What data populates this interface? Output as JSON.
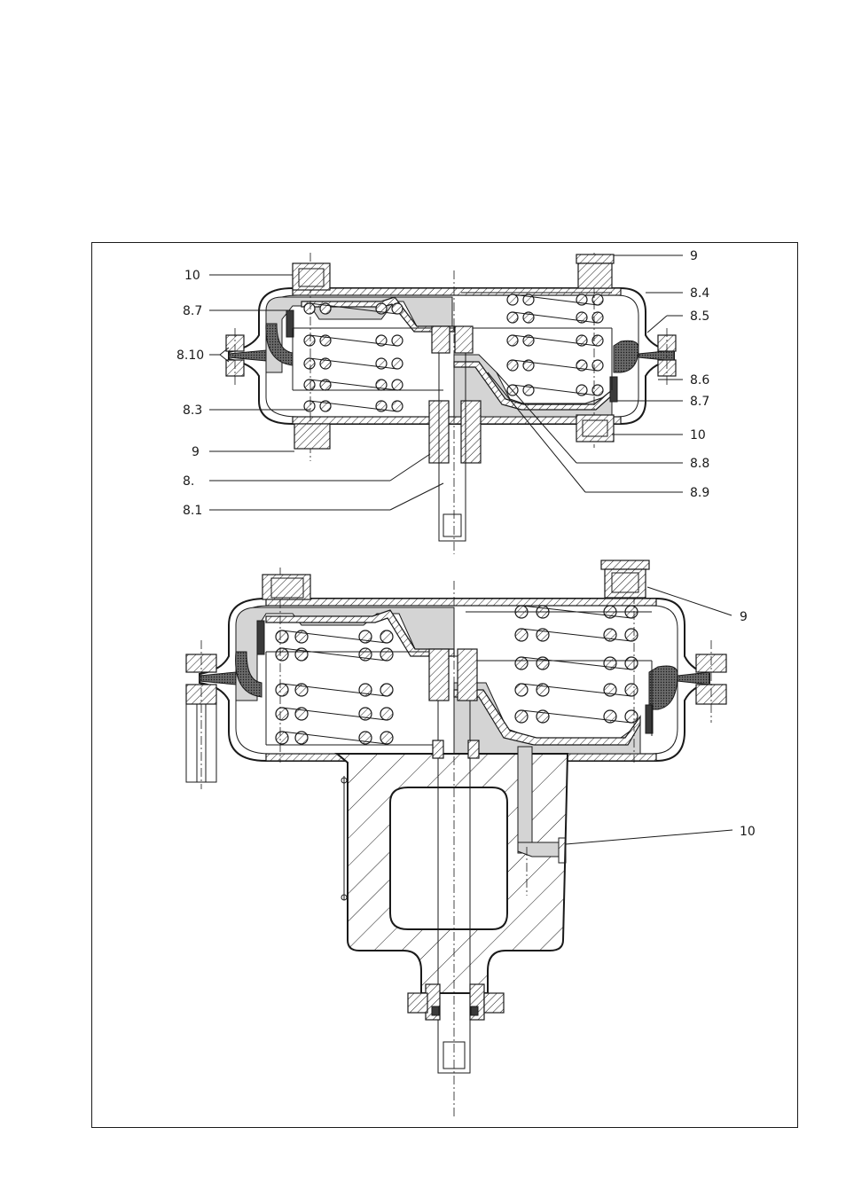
{
  "labels": {
    "top_left": [
      "10",
      "8.7",
      "8.10",
      "8.3",
      "9",
      "8.",
      "8.1"
    ],
    "top_right": [
      "9",
      "8.4",
      "8.5",
      "8.6",
      "8.7",
      "10",
      "8.8",
      "8.9"
    ],
    "bottom_right": [
      "9",
      "10"
    ]
  }
}
